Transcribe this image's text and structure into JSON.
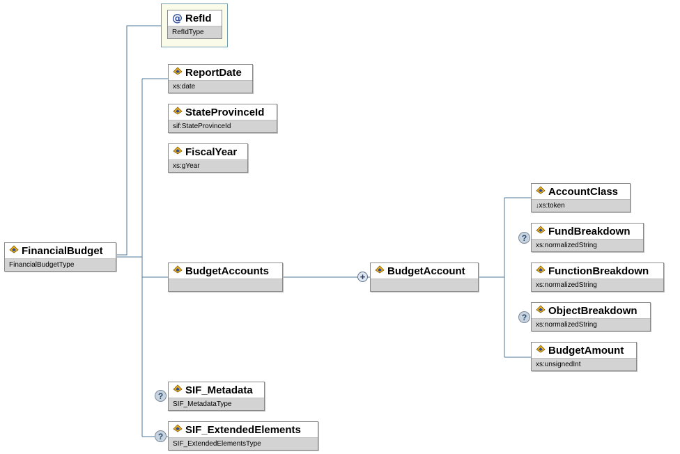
{
  "colors": {
    "wire": "#4d7799",
    "type_band": "#d3d3d3",
    "attr_bg": "#fafbe8"
  },
  "root": {
    "name": "FinancialBudget",
    "type": "FinancialBudgetType"
  },
  "attribute": {
    "name": "RefId",
    "type": "RefIdType",
    "icon": "at-icon"
  },
  "children": [
    {
      "name": "ReportDate",
      "type": "xs:date",
      "optional": false
    },
    {
      "name": "StateProvinceId",
      "type": "sif:StateProvinceId",
      "optional": false
    },
    {
      "name": "FiscalYear",
      "type": "xs:gYear",
      "optional": false
    },
    {
      "name": "BudgetAccounts",
      "type": "",
      "optional": false
    },
    {
      "name": "SIF_Metadata",
      "type": "SIF_MetadataType",
      "optional": true
    },
    {
      "name": "SIF_ExtendedElements",
      "type": "SIF_ExtendedElementsType",
      "optional": true
    }
  ],
  "budget_account": {
    "name": "BudgetAccount",
    "repeat_marker": "+"
  },
  "account_children": [
    {
      "name": "AccountClass",
      "type_prefix": "↓",
      "type": "xs:token",
      "optional": false
    },
    {
      "name": "FundBreakdown",
      "type": "xs:normalizedString",
      "optional": true
    },
    {
      "name": "FunctionBreakdown",
      "type": "xs:normalizedString",
      "optional": false
    },
    {
      "name": "ObjectBreakdown",
      "type": "xs:normalizedString",
      "optional": true
    },
    {
      "name": "BudgetAmount",
      "type": "xs:unsignedInt",
      "optional": false
    }
  ],
  "optional_marker": "?"
}
